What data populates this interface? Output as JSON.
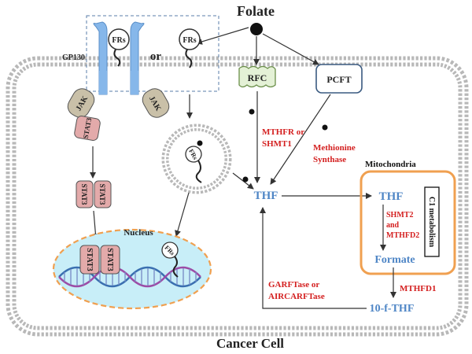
{
  "title": "Folate",
  "cell_label": "Cancer Cell",
  "receptors": {
    "frs_left": "FRs",
    "frs_right": "FRs",
    "or_label": "or",
    "gp130": "GP130",
    "jak_left": "JAK",
    "jak_right": "JAK",
    "stat3_membrane": "STAT3",
    "stat3_dimer_a": "STAT3",
    "stat3_dimer_b": "STAT3",
    "endosome_frs": "FRs"
  },
  "transporters": {
    "rfc": "RFC",
    "pcft": "PCFT"
  },
  "nucleus": {
    "label": "Nucleus",
    "stat3_a": "STAT3",
    "stat3_b": "STAT3",
    "frs": "FRs"
  },
  "enzymes": {
    "mthfr_line1": "MTHFR or",
    "mthfr_line2": "SHMT1",
    "methionine_line1": "Methionine",
    "methionine_line2": "Synthase",
    "shmt2_line1": "SHMT2",
    "shmt2_line2": "and",
    "shmt2_line3": "MTHFD2",
    "mthfd1": "MTHFD1",
    "garftase_line1": "GARFTase or",
    "garftase_line2": "AIRCARFTase"
  },
  "metabolites": {
    "thf_cytosol": "THF",
    "thf_mito": "THF",
    "formate": "Formate",
    "ten_f_thf": "10-f-THF"
  },
  "mitochondria": {
    "label": "Mitochondria",
    "c1_metabolism": "C1 metabolism"
  },
  "colors": {
    "red_text": "#d42020",
    "blue_text": "#4f86c6",
    "receptor_blue": "#86b7ea",
    "jak_fill": "#c9c0a8",
    "stat3_fill": "#e3aaaa",
    "mito_border": "#f0a050",
    "nucleus_fill": "#c8eef8",
    "rfc_fill": "#e4f1d6",
    "membrane_gray": "#9a9a9a"
  }
}
